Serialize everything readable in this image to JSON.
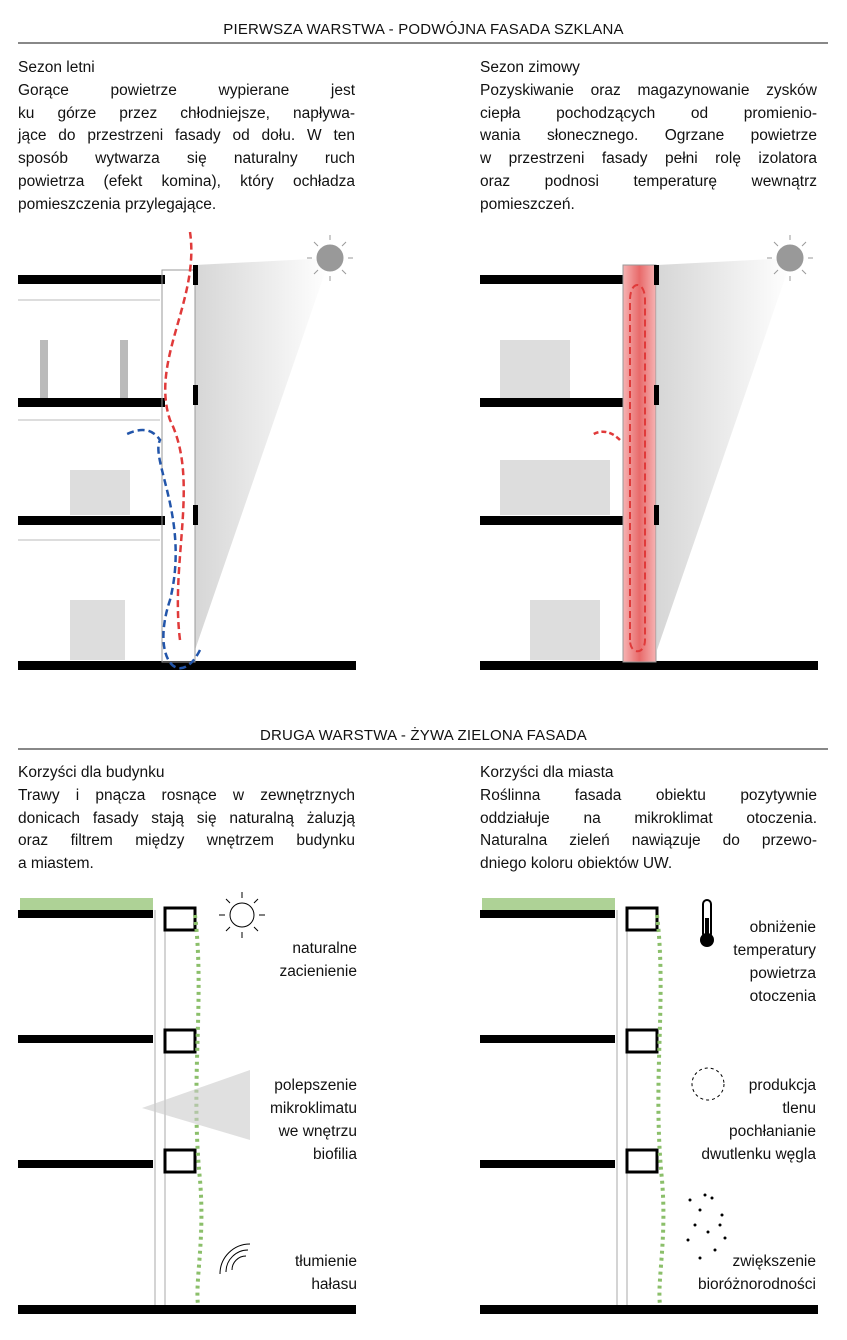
{
  "section1": {
    "title": "PIERWSZA WARSTWA - PODWÓJNA FASADA SZKLANA",
    "left": {
      "heading": "Sezon letni",
      "lines": [
        "Gorące powietrze wypierane jest",
        "ku górze przez chłodniejsze, napływa-",
        "jące do przestrzeni fasady od dołu. W ten",
        "sposób wytwarza się naturalny ruch",
        "powietrza (efekt komina), który ochładza",
        "pomieszczenia przylegające."
      ]
    },
    "right": {
      "heading": "Sezon zimowy",
      "lines": [
        "Pozyskiwanie oraz magazynowanie zysków",
        "ciepła pochodzących od promienio-",
        "wania słonecznego. Ogrzane powietrze",
        "w przestrzeni fasady pełni rolę izolatora",
        "oraz podnosi temperaturę wewnątrz",
        "pomieszczeń."
      ]
    }
  },
  "section2": {
    "title": "DRUGA WARSTWA - ŻYWA ZIELONA FASADA",
    "left": {
      "heading": "Korzyści dla budynku",
      "lines": [
        "Trawy i pnącza rosnące w zewnętrznych",
        "donicach fasady stają się naturalną żaluzją",
        "oraz filtrem między wnętrzem budynku",
        "a miastem."
      ],
      "labels": [
        [
          "naturalne",
          "zacienienie"
        ],
        [
          "polepszenie",
          "mikroklimatu",
          "we wnętrzu",
          "biofilia"
        ],
        [
          "tłumienie",
          "hałasu"
        ]
      ]
    },
    "right": {
      "heading": "Korzyści dla miasta",
      "lines": [
        "Roślinna fasada obiektu pozytywnie",
        "oddziałuje na mikroklimat otoczenia.",
        "Naturalna zieleń nawiązuje do przewo-",
        "dniego koloru obiektów UW."
      ],
      "labels": [
        [
          "obniżenie",
          "temperatury",
          "powietrza",
          "otoczenia"
        ],
        [
          "produkcja",
          "tlenu",
          "pochłanianie",
          "dwutlenku węgla"
        ],
        [
          "zwiększenie",
          "bioróżnorodności"
        ]
      ]
    }
  },
  "colors": {
    "hot": "#e03a3a",
    "cold": "#2255aa",
    "green": "#8bbf6a",
    "rule": "#888888"
  }
}
